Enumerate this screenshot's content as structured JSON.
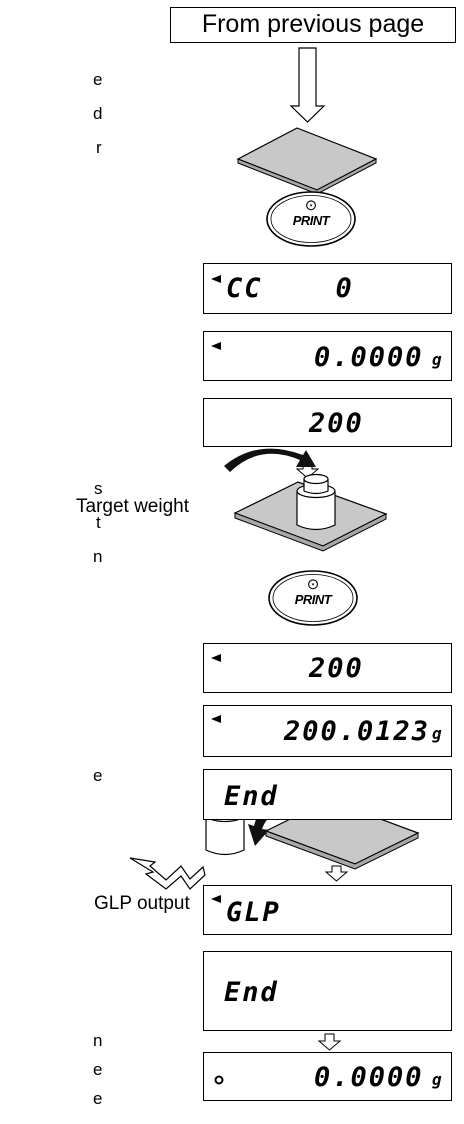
{
  "header": {
    "text": "From previous page"
  },
  "left_fragments": [
    {
      "id": "f1",
      "text": "e"
    },
    {
      "id": "f2",
      "text": "d"
    },
    {
      "id": "f3",
      "text": "r"
    },
    {
      "id": "f4",
      "text": "s"
    },
    {
      "id": "f5",
      "text": "t"
    },
    {
      "id": "f6",
      "text": "n"
    },
    {
      "id": "f7",
      "text": "e"
    },
    {
      "id": "f8",
      "text": "n"
    },
    {
      "id": "f9",
      "text": "e"
    },
    {
      "id": "f10",
      "text": "e"
    }
  ],
  "labels": {
    "target_weight": "Target weight",
    "glp_output": "GLP output"
  },
  "print_key": {
    "symbol": "⊙",
    "label": "PRINT"
  },
  "displays": [
    {
      "id": "d1",
      "value": "CC    0",
      "unit": "",
      "marker": "triangle"
    },
    {
      "id": "d2",
      "value": "0.0000",
      "unit": "g",
      "marker": "triangle"
    },
    {
      "id": "d3",
      "value": "200",
      "unit": "",
      "marker": "none"
    },
    {
      "id": "d4",
      "value": "200",
      "unit": "",
      "marker": "triangle"
    },
    {
      "id": "d5",
      "value": "200.0123",
      "unit": "g",
      "marker": "triangle"
    },
    {
      "id": "d6",
      "value": "End",
      "unit": "",
      "marker": "none"
    },
    {
      "id": "d7",
      "value": "GLP",
      "unit": "",
      "marker": "triangle"
    },
    {
      "id": "d8",
      "value": "End",
      "unit": "",
      "marker": "none"
    },
    {
      "id": "d9",
      "value": "0.0000",
      "unit": "g",
      "marker": "circle"
    }
  ]
}
